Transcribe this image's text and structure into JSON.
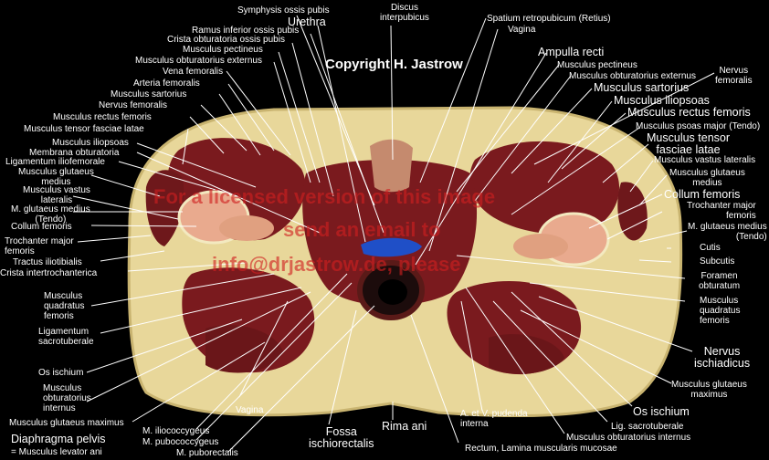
{
  "copyright": "Copyright H. Jastrow",
  "watermark": {
    "line1": "For a licensed version of this image",
    "line2": "send an email to",
    "line3": "info@drjastrow.de, please"
  },
  "labels": {
    "symphysis": "Symphysis ossis pubis",
    "urethra": "Urethra",
    "ramus_inferior": "Ramus inferior ossis pubis",
    "crista_obturatoria": "Crista obturatoria ossis pubis",
    "pectineus_l": "Musculus pectineus",
    "obt_externus_l": "Musculus obturatorius externus",
    "vena_femoralis": "Vena femoralis",
    "arteria_femoralis": "Arteria femoralis",
    "sartorius_l": "Musculus sartorius",
    "nervus_femoralis_l": "Nervus femoralis",
    "rectus_femoris_l": "Musculus rectus femoris",
    "tensor_l": "Musculus tensor fasciae latae",
    "iliopsoas_l": "Musculus iliopsoas",
    "membrana_obturatoria": "Membrana obturatoria",
    "lig_iliofemorale": "Ligamentum iliofemorale",
    "glut_medius_l1": "Musculus glutaeus",
    "glut_medius_l2": "medius",
    "vastus_l1": "Musculus vastus",
    "vastus_l2": "lateralis",
    "glut_med_tendo_l1": "M. glutaeus medius",
    "glut_med_tendo_l2": "(Tendo)",
    "collum_l": "Collum femoris",
    "trochanter_l1": "Trochanter major",
    "trochanter_l2": "femoris",
    "tractus": "Tractus iliotibialis",
    "crista_inter": "Crista intertrochanterica",
    "quadratus_l1": "Musculus",
    "quadratus_l2": "quadratus",
    "quadratus_l3": "femoris",
    "lig_sacrotuberale_l1": "Ligamentum",
    "lig_sacrotuberale_l2": "sacrotuberale",
    "os_ischium_l": "Os ischium",
    "obt_internus_l1": "Musculus",
    "obt_internus_l2": "obturatorius",
    "obt_internus_l3": "internus",
    "glut_maximus_l": "Musculus glutaeus maximus",
    "diaphragma": "Diaphragma pelvis",
    "levator": "= Musculus levator ani",
    "iliococcygeus": "M. iliococcygeus",
    "pubococcygeus": "M. pubococcygeus",
    "puborectalis": "M. puborectalis",
    "vagina_bottom": "Vagina",
    "fossa1": "Fossa",
    "fossa2": "ischiorectalis",
    "rima_ani": "Rima ani",
    "pudenda1": "A. et V. pudenda",
    "pudenda2": "interna",
    "rectum": "Rectum, Lamina muscularis mucosae",
    "discus1": "Discus",
    "discus2": "interpubicus",
    "spatium": "Spatium retropubicum (Retius)",
    "vagina_top": "Vagina",
    "ampulla": "Ampulla recti",
    "pectineus_r": "Musculus pectineus",
    "obt_externus_r": "Musculus obturatorius externus",
    "nervus_femoralis_r1": "Nervus",
    "nervus_femoralis_r2": "femoralis",
    "sartorius_r": "Musculus sartorius",
    "iliopsoas_r": "Musculus iliopsoas",
    "rectus_femoris_r": "Musculus rectus femoris",
    "psoas_major": "Musculus psoas major (Tendo)",
    "tensor_r1": "Musculus tensor",
    "tensor_r2": "fasciae latae",
    "vastus_r": "Musculus vastus lateralis",
    "glut_medius_r1": "Musculus glutaeus",
    "glut_medius_r2": "medius",
    "collum_r": "Collum femoris",
    "trochanter_r1": "Trochanter major",
    "trochanter_r2": "femoris",
    "glut_med_tendo_r1": "M. glutaeus medius",
    "glut_med_tendo_r2": "(Tendo)",
    "cutis": "Cutis",
    "subcutis": "Subcutis",
    "foramen1": "Foramen",
    "foramen2": "obturatum",
    "quadratus_r1": "Musculus",
    "quadratus_r2": "quadratus",
    "quadratus_r3": "femoris",
    "ischiadicus1": "Nervus",
    "ischiadicus2": "ischiadicus",
    "glut_maximus_r1": "Musculus glutaeus",
    "glut_maximus_r2": "maximus",
    "os_ischium_r": "Os ischium",
    "lig_sacro_r": "Lig. sacrotuberale",
    "obt_internus_r": "Musculus obturatorius internus"
  },
  "colors": {
    "background": "#000000",
    "fat": "#e8d79a",
    "muscle": "#7a1a1e",
    "bone": "#e9aa8e",
    "vessel_blue": "#1f4fc7",
    "watermark": "#d02020"
  }
}
